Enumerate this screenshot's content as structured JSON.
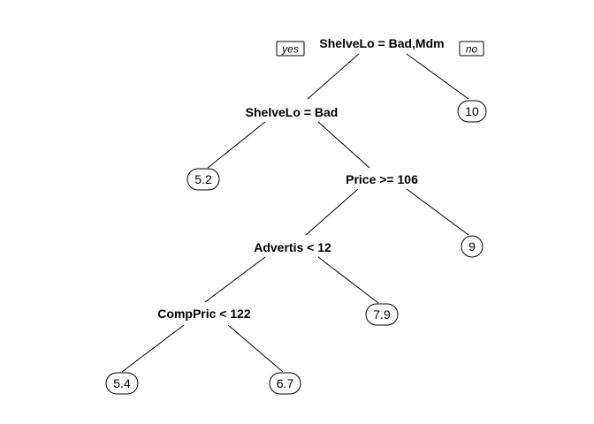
{
  "tree": {
    "root_split": "ShelveLo = Bad,Mdm",
    "yes_label": "yes",
    "no_label": "no",
    "splits": [
      "ShelveLo = Bad,Mdm",
      "ShelveLo = Bad",
      "Price >= 106",
      "Advertis < 12",
      "CompPric < 122"
    ],
    "leaves": [
      "10",
      "5.2",
      "9",
      "7.9",
      "5.4",
      "6.7"
    ]
  }
}
